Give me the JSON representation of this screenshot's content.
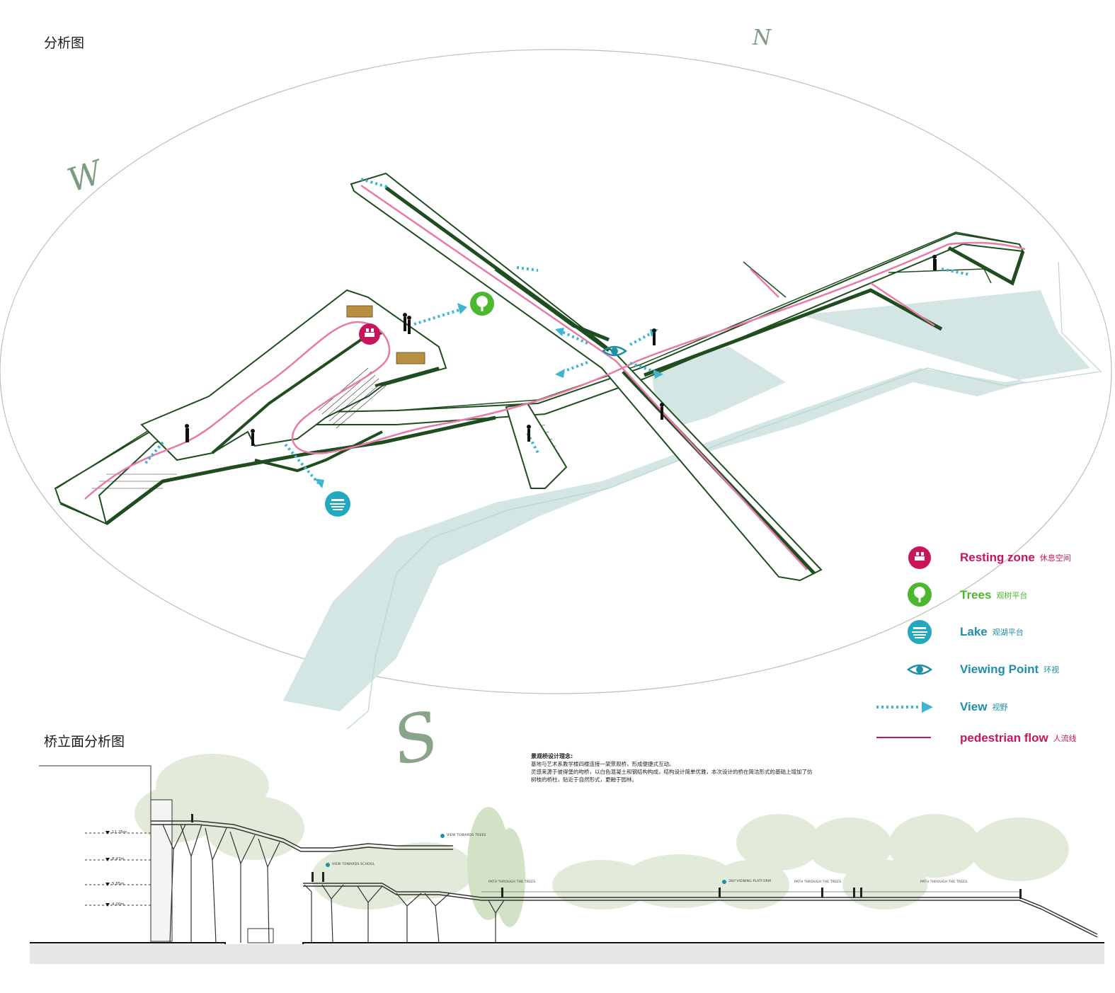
{
  "titles": {
    "analysis": "分析图",
    "elevation": "桥立面分析图"
  },
  "compass": {
    "n": "N",
    "w": "W",
    "s": "S"
  },
  "legend": [
    {
      "id": "resting",
      "en": "Resting zone",
      "cn": "休息空间",
      "color": "#c8155c",
      "icon": "resting-zone-icon"
    },
    {
      "id": "trees",
      "en": "Trees",
      "cn": "观树平台",
      "color": "#4cb82f",
      "icon": "tree-icon"
    },
    {
      "id": "lake",
      "en": "Lake",
      "cn": "观湖平台",
      "color": "#1e8fa6",
      "icon": "lake-icon"
    },
    {
      "id": "viewing",
      "en": "Viewing Point",
      "cn": "环视",
      "color": "#1e8fa6",
      "icon": "eye-icon"
    },
    {
      "id": "view",
      "en": "View",
      "cn": "视野",
      "color": "#1e8fa6",
      "icon": "view-arrow-icon"
    },
    {
      "id": "flow",
      "en": "pedestrian flow",
      "cn": "人流线",
      "color": "#c8155c",
      "icon": "pedestrian-flow-line"
    }
  ],
  "concept": {
    "title": "景观桥设计理念:",
    "lines": [
      "基地与艺术系教学楼四楼连接一架景观桥，形成便捷式互动。",
      "灵感来源于彼得堡的吻桥，以白色混凝土和钢结构构成，结构设计简单优雅，本次设计的桥在简洁形式的基础上增加了仿",
      "树枝的桥柱，贴近于自然形式，更融于园林。"
    ]
  },
  "elevation_marks": [
    "11.25m",
    "8.47m",
    "5.85m",
    "4.00m"
  ],
  "section_notes": {
    "view_trees": "VIEW TOWARDS TREES",
    "view_school": "VIEW TOWARDS SCHOOL",
    "path1": "PATH THROUGH THE TREES",
    "platform": "360°VIEWING PLATFORM",
    "path2": "PATH THROUGH THE TREES",
    "path3": "PATH THROUGH THE TREES"
  },
  "colors": {
    "bridge_edge": "#1f4d1f",
    "shadow": "#cfe3e1",
    "flow": "#e77aa6",
    "view": "#3fb5cf",
    "compass": "#7e9b80"
  }
}
